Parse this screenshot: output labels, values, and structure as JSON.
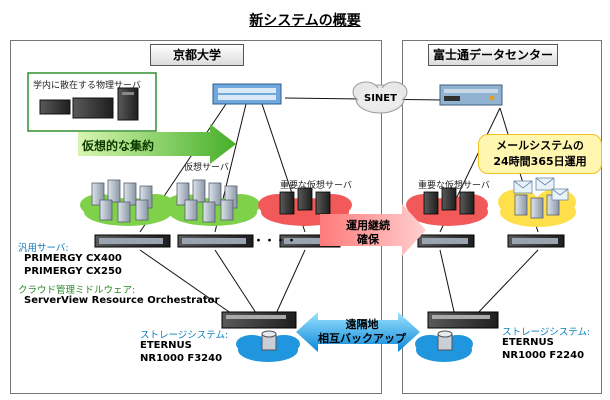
{
  "title": "新システムの概要",
  "left_panel": {
    "title": "京都大学",
    "physical_servers_label": "学内に散在する物理サーバ",
    "consolidation_arrow": "仮想的な集約",
    "virtual_servers_label": "仮想サーバ",
    "important_virtual_servers_label": "重要な仮想サーバ",
    "general_server_heading": "汎用サーバ:",
    "general_server_models": [
      "PRIMERGY CX400",
      "PRIMERGY CX250"
    ],
    "middleware_heading": "クラウド管理ミドルウェア:",
    "middleware_name": "ServerView Resource Orchestrator",
    "storage_heading": "ストレージシステム:",
    "storage_model": [
      "ETERNUS",
      "NR1000 F3240"
    ],
    "dots": "・・・・"
  },
  "network": {
    "sinet_label": "SINET"
  },
  "right_panel": {
    "title": "富士通データセンター",
    "mail_callout": [
      "メールシステムの",
      "24時間365日運用"
    ],
    "important_virtual_servers_label": "重要な仮想サーバ",
    "storage_heading": "ストレージシステム:",
    "storage_model": [
      "ETERNUS",
      "NR1000 F2240"
    ]
  },
  "arrows": {
    "continuity": [
      "運用継続",
      "確保"
    ],
    "backup": [
      "遠隔地",
      "相互バックアップ"
    ]
  },
  "colors": {
    "green_cloud": "#7fd14a",
    "red_cloud": "#f25a5a",
    "blue_cloud": "#33a5e6",
    "yellow_cloud": "#ffe04a",
    "callout_bg": "#fff6b0"
  }
}
